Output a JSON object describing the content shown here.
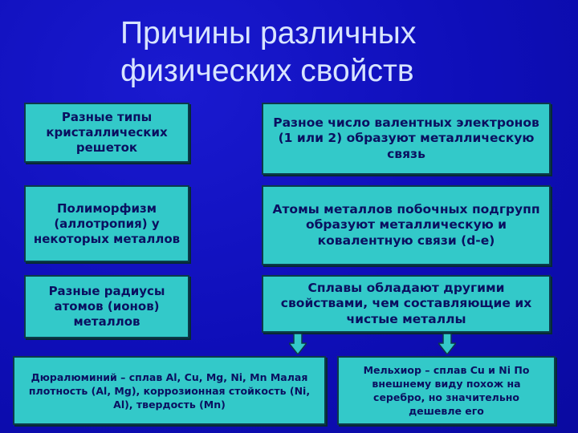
{
  "slide": {
    "title": "Причины различных физических свойств",
    "left_boxes": [
      {
        "text": "Разные типы кристаллических решеток"
      },
      {
        "text": "Полиморфизм (аллотропия) у некоторых металлов"
      },
      {
        "text": "Разные радиусы атомов (ионов) металлов"
      }
    ],
    "right_boxes": [
      {
        "text": "Разное число валентных электронов (1 или 2) образуют металлическую связь"
      },
      {
        "text": "Атомы металлов побочных подгрупп образуют металлическую и ковалентную связи (d-е)"
      },
      {
        "text": "Сплавы обладают другими свойствами, чем составляющие их чистые металлы"
      }
    ],
    "bottom_boxes": [
      {
        "text": "Дюралюминий – сплав Al, Cu, Mg, Ni, Mn Малая плотность (Al, Mg), коррозионная стойкость (Ni, Al), твердость (Mn)"
      },
      {
        "text": "Мельхиор – сплав Cu и Ni По внешнему виду похож на серебро, но значительно дешевле его"
      }
    ]
  },
  "colors": {
    "background": "#1111c0",
    "box_fill": "#33c9c9",
    "box_text": "#0a1060",
    "title_text": "#d8e4ff"
  }
}
